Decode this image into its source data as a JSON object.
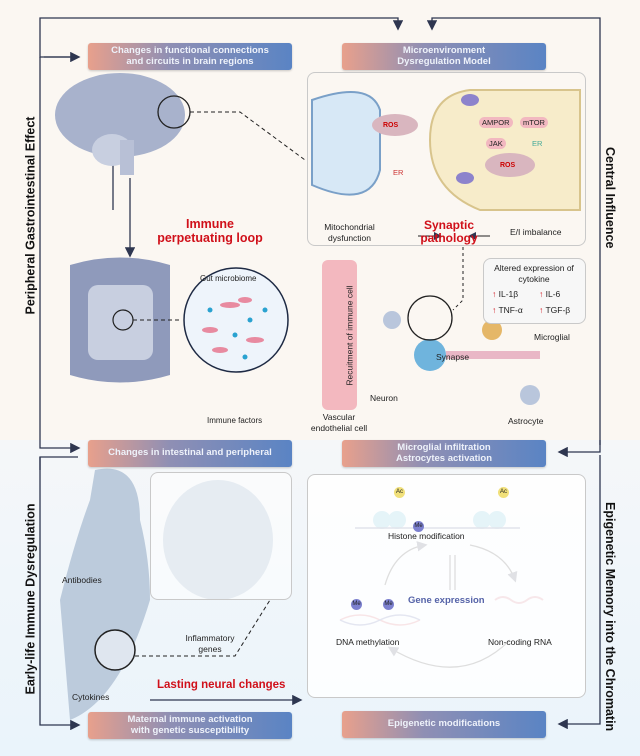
{
  "side_labels": {
    "left_top": "Peripheral Gastrointestinal Effect",
    "left_bottom": "Early-life Immune Dysregulation",
    "right_top": "Central Influence",
    "right_bottom": "Epigenetic Memory into the Chromatin"
  },
  "banners": {
    "brain_regions": "Changes in functional connections and circuits in brain regions",
    "microenvironment": "Microenvironment Dysregulation Model",
    "intestinal": "Changes in intestinal and peripheral",
    "microglial": "Microglial infiltration Astrocytes activation",
    "maternal": "Maternal immune activation with genetic susceptibility",
    "epigenetic": "Epigenetic modifications"
  },
  "gut_brain": {
    "loop": "Immune perpetuating loop",
    "gut_microbiome": "Gut microbiome",
    "immune_factors": "Immune factors"
  },
  "synapse": {
    "ros": "ROS",
    "ampor": "AMPOR",
    "mtor": "mTOR",
    "jak": "JAK",
    "er": "ER",
    "mito": "Mitochondrial dysfunction",
    "pathology": "Synaptic pathology",
    "ei": "E/I imbalance"
  },
  "cells": {
    "recruitment": "Recuitment of immune cell",
    "vascular": "Vascular endothelial cell",
    "synapse": "Synapse",
    "microglial": "Microglial",
    "neuron": "Neuron",
    "astrocyte": "Astrocyte"
  },
  "cytokine": {
    "title": "Altered expression of cytokine",
    "items": [
      "IL-1β",
      "IL-6",
      "TNF-α",
      "TGF-β"
    ]
  },
  "epigenetics": {
    "ac": "Ac",
    "me": "Me",
    "histone": "Histone modification",
    "gene": "Gene expression",
    "dna": "DNA methylation",
    "ncrna": "Non-coding RNA"
  },
  "maternal": {
    "antibodies": "Antibodies",
    "cytokines": "Cytokines",
    "inflammatory": "Inflammatory genes",
    "lasting": "Lasting neural changes"
  },
  "colors": {
    "red": "#d0101a",
    "banner_start": "#e8a08c",
    "banner_end": "#5a84c4",
    "line": "#2e3650"
  }
}
